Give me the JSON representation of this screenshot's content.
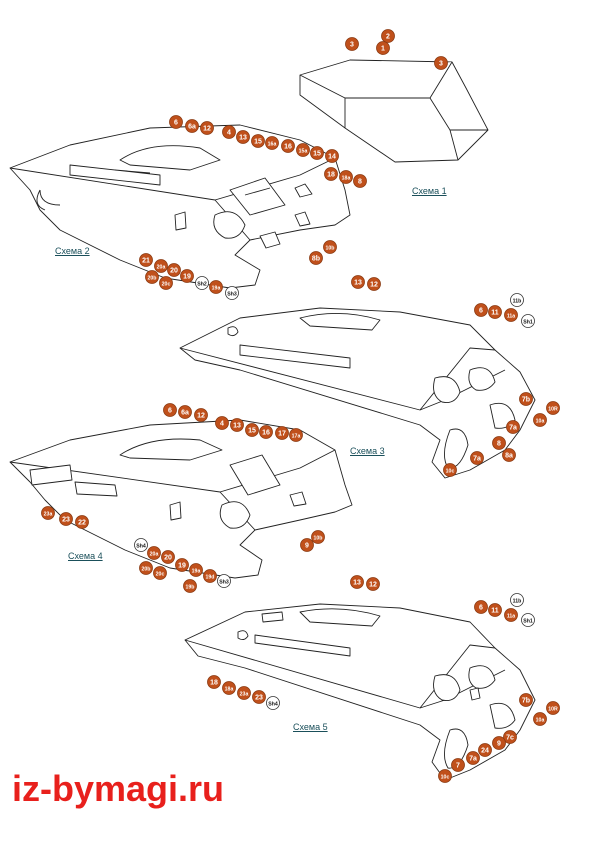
{
  "captions": {
    "s1": "Схема 1",
    "s2": "Схема 2",
    "s3": "Схема 3",
    "s4": "Схема 4",
    "s5": "Схема 5"
  },
  "watermark": "iz-bymagi.ru",
  "colors": {
    "badge": "#c0501b",
    "badge_light": "#ffffff",
    "line": "#222222",
    "caption": "#1a4f5a",
    "watermark": "#e8201c"
  },
  "diagram_labels": {
    "s1": [
      "3",
      "2",
      "1",
      "3"
    ],
    "s2": [
      "6",
      "6a",
      "12",
      "4",
      "13",
      "15",
      "16a",
      "16",
      "15a",
      "15",
      "14",
      "18",
      "18a",
      "8",
      "10b",
      "8b",
      "21",
      "20a",
      "20",
      "20b",
      "20c",
      "19",
      "Sh2",
      "19a",
      "Sh3"
    ],
    "s3": [
      "13",
      "12",
      "6",
      "11",
      "11b",
      "11a",
      "Sh1",
      "7b",
      "10R",
      "10a",
      "8",
      "7a",
      "8a",
      "7a",
      "10c"
    ],
    "s4": [
      "6",
      "6a",
      "12",
      "4",
      "13",
      "15",
      "16",
      "17",
      "17a",
      "23a",
      "23",
      "22",
      "Sh4",
      "20a",
      "20",
      "20b",
      "20c",
      "19",
      "19a",
      "19b",
      "19d",
      "Sh3",
      "9",
      "10b"
    ],
    "s5": [
      "13",
      "12",
      "6",
      "11",
      "11b",
      "11a",
      "Sh1",
      "18",
      "18a",
      "23a",
      "23",
      "Sh4",
      "7b",
      "10R",
      "10a",
      "7c",
      "9",
      "24",
      "7a",
      "7",
      "10c"
    ]
  }
}
